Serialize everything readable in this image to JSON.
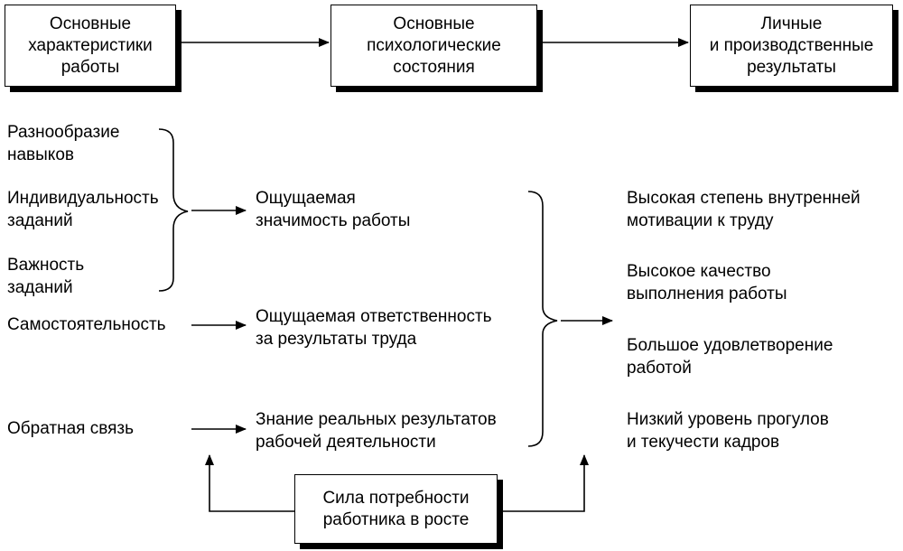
{
  "header": {
    "box1": [
      "Основные",
      "характеристики",
      "работы"
    ],
    "box2": [
      "Основные",
      "психологические",
      "состояния"
    ],
    "box3": [
      "Личные",
      "и производственные",
      "результаты"
    ]
  },
  "characteristics": [
    [
      "Разнообразие",
      "навыков"
    ],
    [
      "Индивидуальность",
      "заданий"
    ],
    [
      "Важность",
      "заданий"
    ],
    [
      "Самостоятельность"
    ],
    [
      "Обратная связь"
    ]
  ],
  "states": [
    [
      "Ощущаемая",
      "значимость работы"
    ],
    [
      "Ощущаемая ответственность",
      "за результаты труда"
    ],
    [
      "Знание реальных результатов",
      "рабочей деятельности"
    ]
  ],
  "outcomes": [
    [
      "Высокая степень внутренней",
      "мотивации к труду"
    ],
    [
      "Высокое качество",
      "выполнения работы"
    ],
    [
      "Большое удовлетворение",
      "работой"
    ],
    [
      "Низкий уровень прогулов",
      "и текучести кадров"
    ]
  ],
  "moderator": [
    "Сила потребности",
    "работника в росте"
  ]
}
